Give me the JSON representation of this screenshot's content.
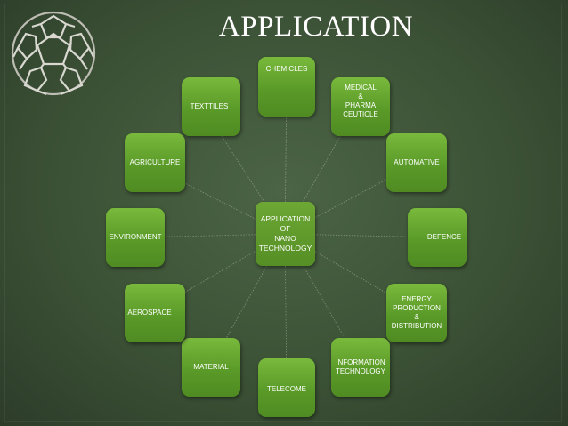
{
  "title": "APPLICATION",
  "center": {
    "label": "APPLICATION\nOF\nNANO\nTECHNOLOGY"
  },
  "nodes": {
    "chemicles": "CHEMICLES",
    "medical": "MEDICAL\n&\nPHARMA\nCEUTICLE",
    "automative": "AUTOMATIVE",
    "defence": "DEFENCE",
    "energy": "ENERGY\nPRODUCTION\n&\nDISTRIBUTION",
    "information": "INFORMATION\nTECHNOLOGY",
    "telecome": "TELECOME",
    "material": "MATERIAL",
    "aerospace": "AEROSPACE",
    "environment": "ENVIRONMENT",
    "agriculture": "AGRICULTURE",
    "texttiles": "TEXTTILES"
  },
  "colors": {
    "node_green": "#5a9a28",
    "background": "#3c5236",
    "title_text": "#ffffff"
  },
  "logo_icon": "fullerene-icon"
}
